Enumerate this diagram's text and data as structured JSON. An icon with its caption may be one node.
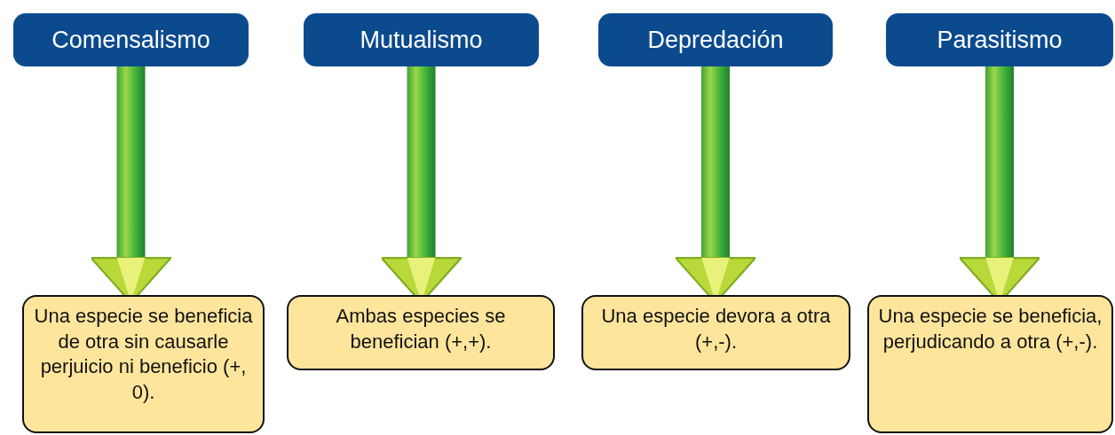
{
  "diagram": {
    "nodes": [
      {
        "text": [
          "Comensalismo"
        ]
      },
      {
        "text": [
          "Mutualismo"
        ]
      },
      {
        "text": [
          "Depredación"
        ]
      },
      {
        "text": [
          "Parasitismo"
        ]
      },
      {
        "text": [
          "Una especie se beneficia de otra sin causarle perjuicio ni beneficio (+, 0)."
        ]
      },
      {
        "text": [
          "Ambas especies se benefician (+,+)."
        ]
      },
      {
        "text": [
          "Una especie devora a otra (+,-)."
        ]
      },
      {
        "text": [
          "Una especie se beneficia, perjudicando a otra (+,-)."
        ]
      }
    ],
    "edges": [
      {
        "from": 0,
        "to": 4,
        "arrow": "to",
        "style": "thick"
      },
      {
        "from": 1,
        "to": 5,
        "arrow": "to",
        "style": "thick"
      },
      {
        "from": 2,
        "to": 6,
        "arrow": "to",
        "style": "thick"
      },
      {
        "from": 3,
        "to": 7,
        "arrow": "to",
        "style": "thick"
      }
    ]
  }
}
